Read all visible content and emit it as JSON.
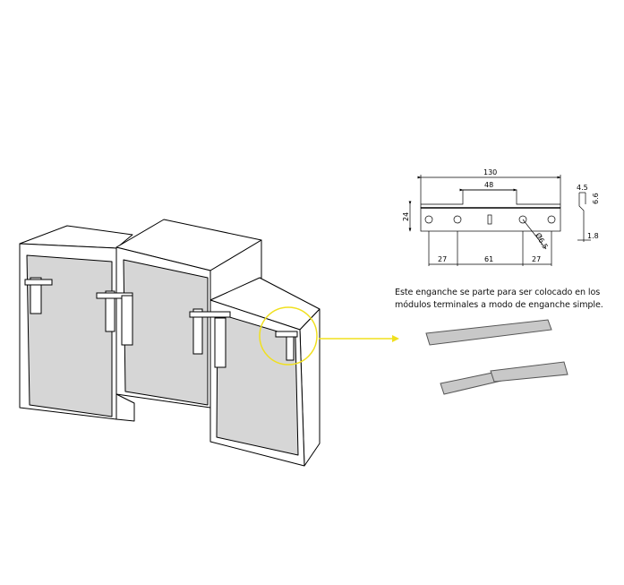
{
  "drawing": {
    "dimensions": {
      "total_length": "130",
      "center_width": "48",
      "height": "24",
      "hole_spacing_left": "27",
      "hole_spacing_center": "61",
      "hole_spacing_right": "27",
      "hole_diameter": "Ø6.5",
      "side_width": "4.5",
      "side_height": "6.6",
      "thickness": "1.8"
    }
  },
  "caption": {
    "line1": "Este enganche se parte para ser colocado en los",
    "line2": "módulos terminales a modo de enganche simple."
  },
  "colors": {
    "highlight": "#f0e01e",
    "panel": "#d6d6d6",
    "line": "#000000"
  }
}
